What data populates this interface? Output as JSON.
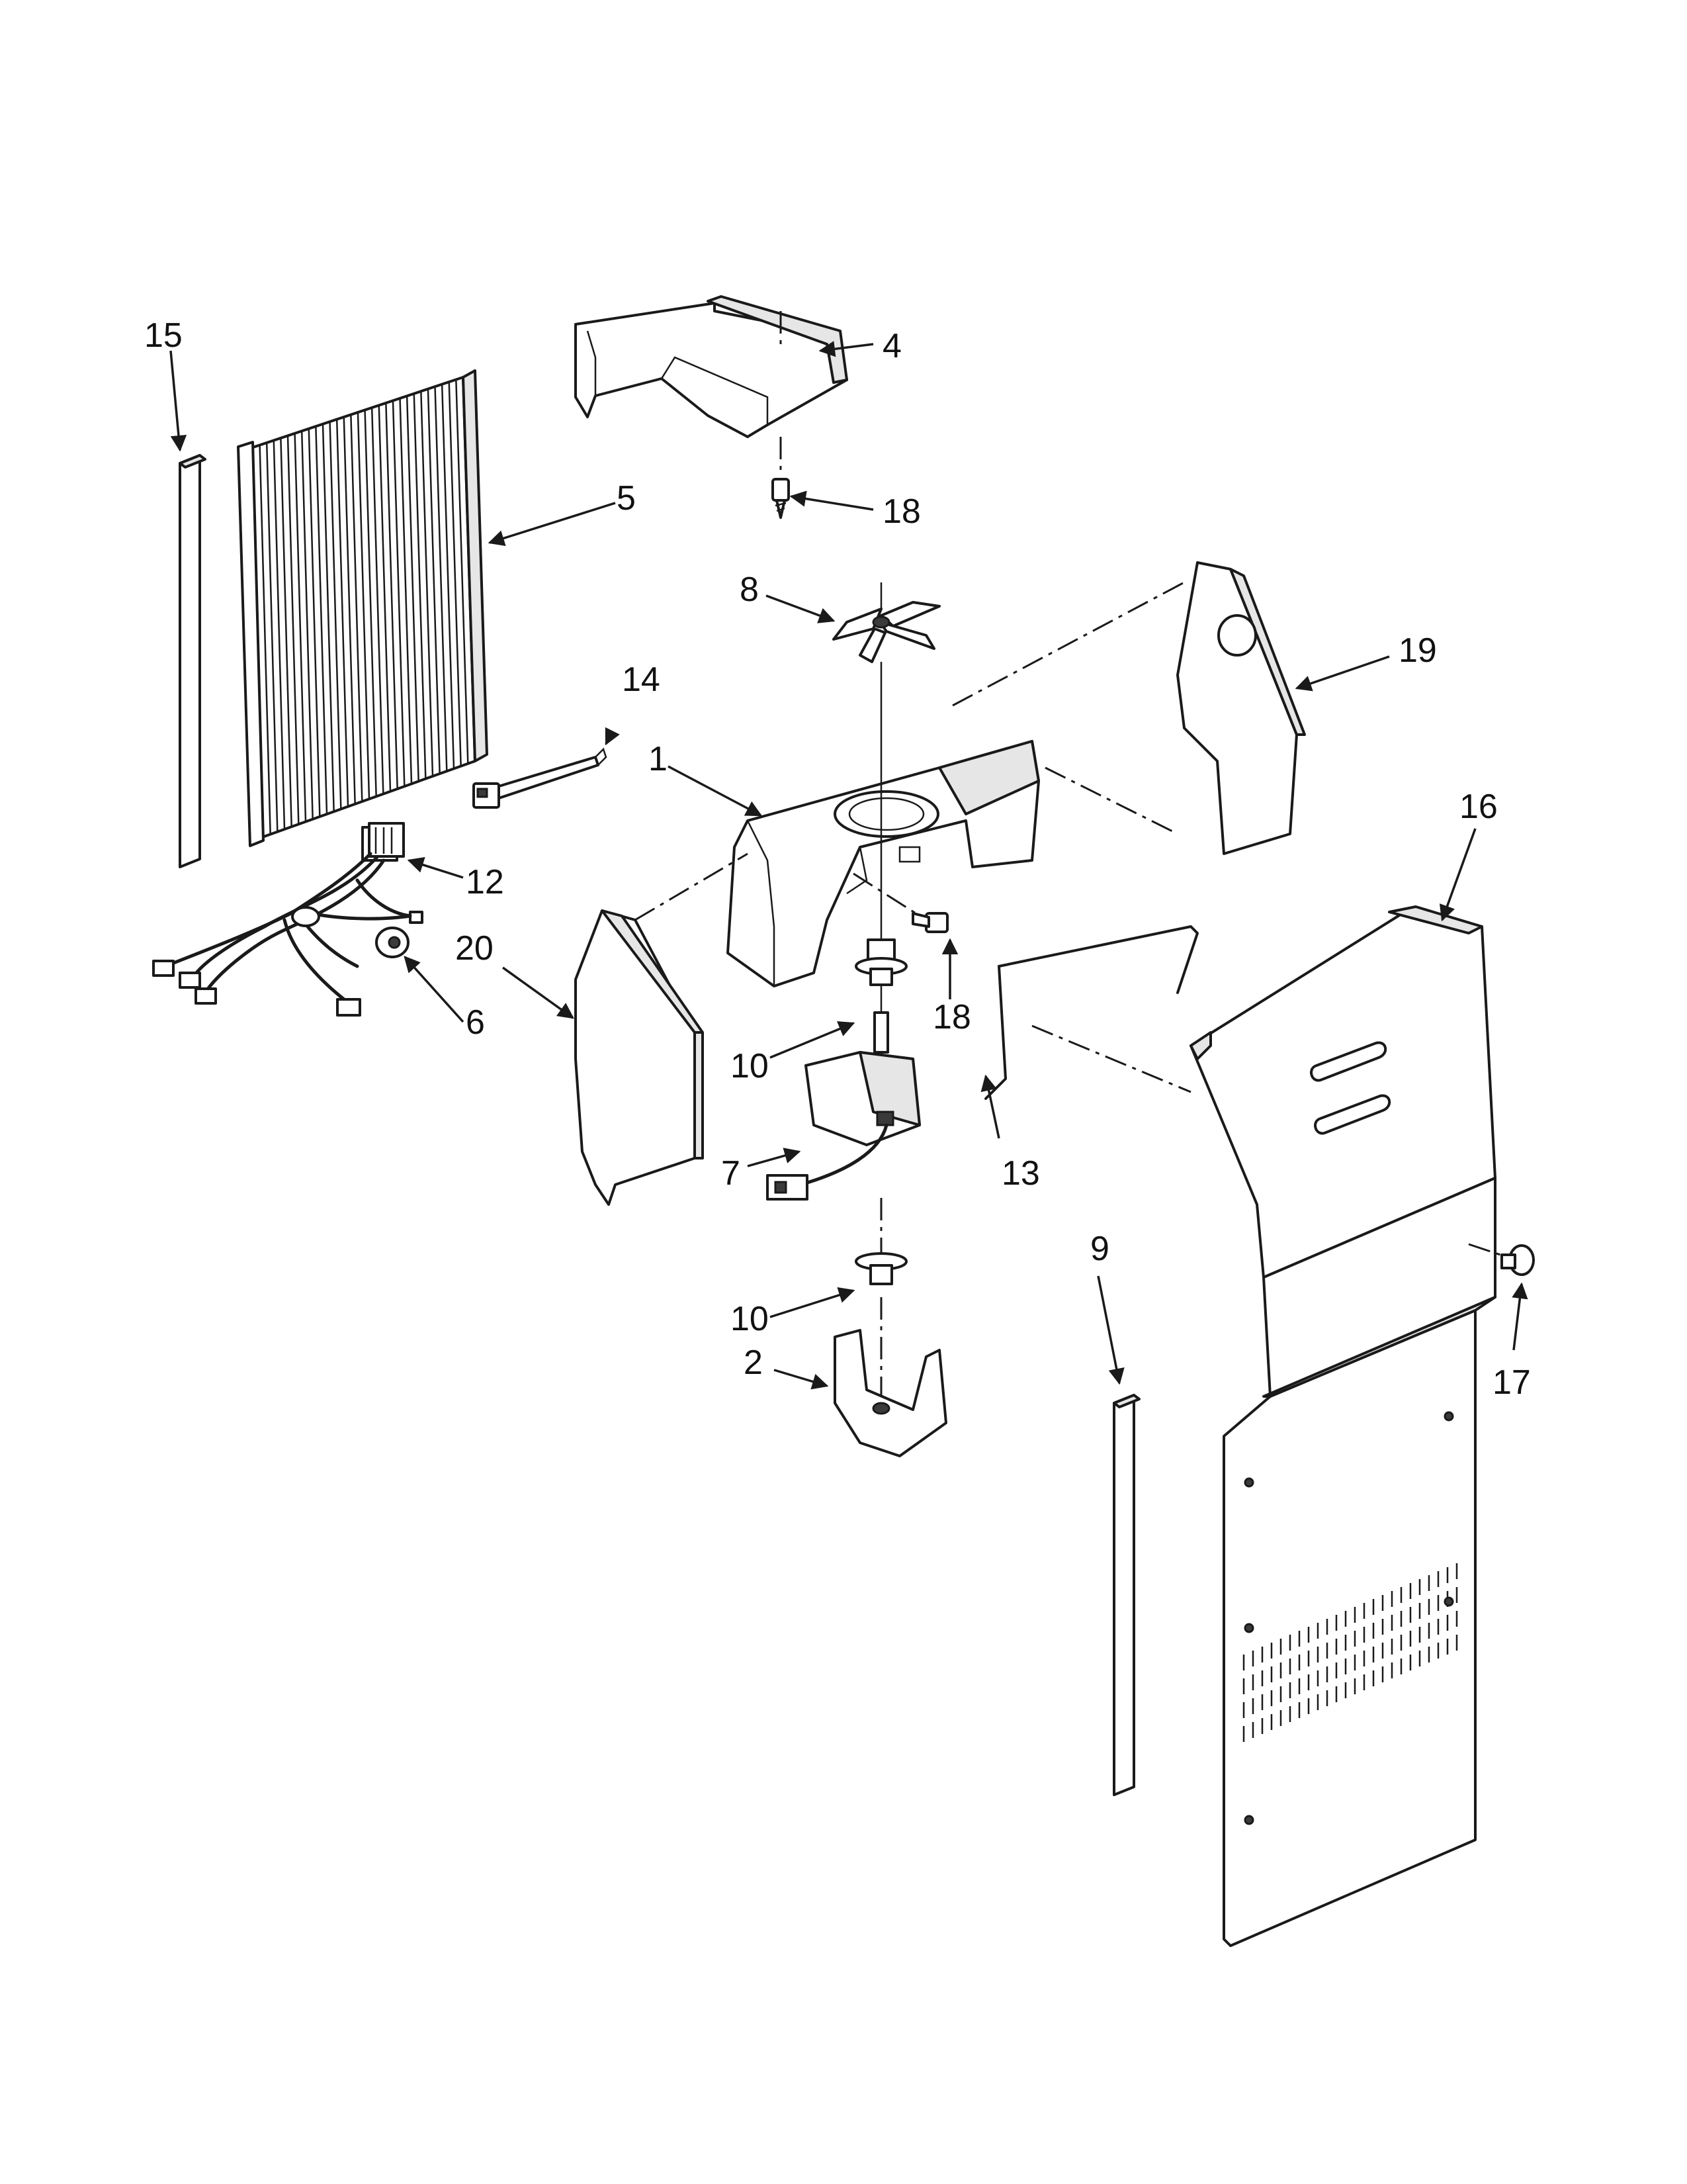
{
  "callouts": [
    {
      "id": "c1",
      "label": "1"
    },
    {
      "id": "c2",
      "label": "2"
    },
    {
      "id": "c4",
      "label": "4"
    },
    {
      "id": "c5",
      "label": "5"
    },
    {
      "id": "c6",
      "label": "6"
    },
    {
      "id": "c7",
      "label": "7"
    },
    {
      "id": "c8",
      "label": "8"
    },
    {
      "id": "c9",
      "label": "9"
    },
    {
      "id": "c10a",
      "label": "10"
    },
    {
      "id": "c10b",
      "label": "10"
    },
    {
      "id": "c12",
      "label": "12"
    },
    {
      "id": "c13",
      "label": "13"
    },
    {
      "id": "c14",
      "label": "14"
    },
    {
      "id": "c15",
      "label": "15"
    },
    {
      "id": "c16",
      "label": "16"
    },
    {
      "id": "c17",
      "label": "17"
    },
    {
      "id": "c18a",
      "label": "18"
    },
    {
      "id": "c18b",
      "label": "18"
    },
    {
      "id": "c19",
      "label": "19"
    },
    {
      "id": "c20",
      "label": "20"
    }
  ]
}
